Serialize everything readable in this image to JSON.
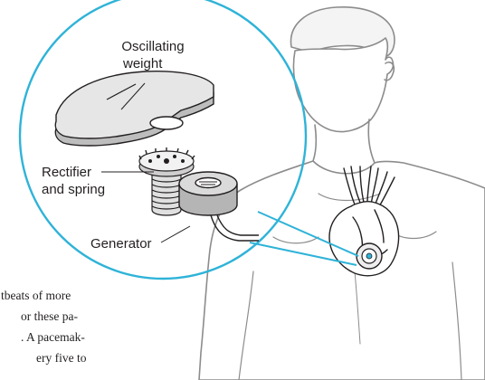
{
  "callouts": {
    "oscillating_weight": {
      "line1": "Oscillating",
      "line2": "weight"
    },
    "rectifier_spring": {
      "line1": "Rectifier",
      "line2": "and spring"
    },
    "generator": {
      "label": "Generator"
    }
  },
  "article_fragment": {
    "lines": [
      "tbeats of more",
      "or these pa-",
      ". A pacemak-",
      "ery five to"
    ]
  },
  "colors": {
    "circle_outline": "#2fb3d8",
    "weight_fill": "#dcdcdc",
    "generator_fill": "#c8c8c8",
    "body_outline": "#8c8c8c"
  }
}
